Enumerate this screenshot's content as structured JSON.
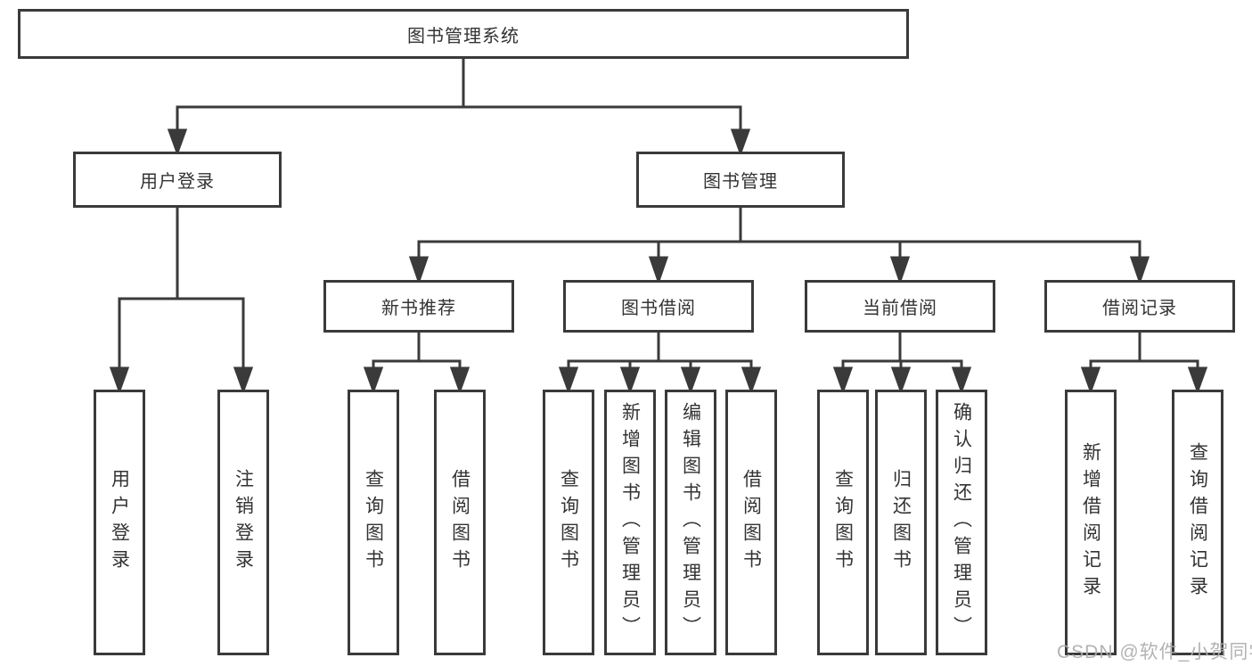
{
  "diagram": {
    "title": "图书管理系统",
    "root": {
      "label": "图书管理系统"
    },
    "level2": [
      {
        "label": "用户登录"
      },
      {
        "label": "图书管理"
      }
    ],
    "level3": [
      {
        "label": "新书推荐"
      },
      {
        "label": "图书借阅"
      },
      {
        "label": "当前借阅"
      },
      {
        "label": "借阅记录"
      }
    ],
    "leaves": {
      "user_login": [
        {
          "label": "用户登录"
        },
        {
          "label": "注销登录"
        }
      ],
      "new_books": [
        {
          "label": "查询图书"
        },
        {
          "label": "借阅图书"
        }
      ],
      "book_borrow": [
        {
          "label": "查询图书"
        },
        {
          "label": "新增图书（管理员）"
        },
        {
          "label": "编辑图书（管理员）"
        },
        {
          "label": "借阅图书"
        }
      ],
      "current_borrow": [
        {
          "label": "查询图书"
        },
        {
          "label": "归还图书"
        },
        {
          "label": "确认归还（管理员）"
        }
      ],
      "borrow_records": [
        {
          "label": "新增借阅记录"
        },
        {
          "label": "查询借阅记录"
        }
      ]
    },
    "watermark": "CSDN @软件_小贺同学",
    "colors": {
      "line": "#3a3a3a",
      "text": "#333333",
      "watermark": "#acacac",
      "background": "#ffffff"
    }
  }
}
